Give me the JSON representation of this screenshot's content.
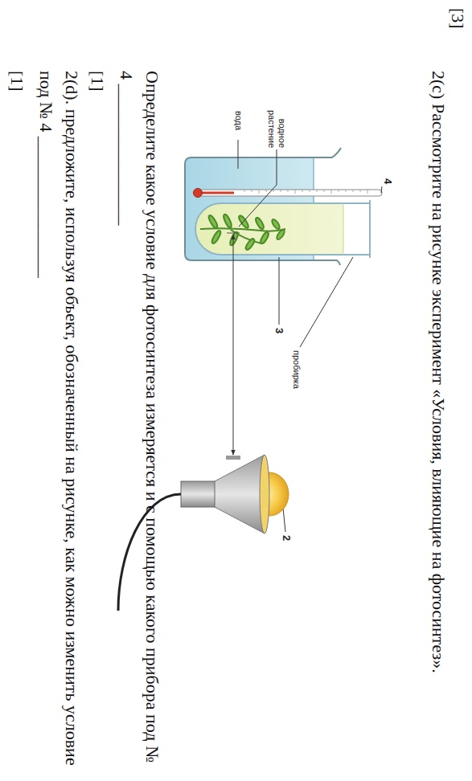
{
  "diagram": {
    "title": "2(c) Рассмотрите на рисунке эксперимент «Условия, влияющие на фотосинтез».",
    "labels": [
      "[3]",
      "4",
      "водное растение",
      "вода",
      "3",
      "пробирка",
      "2",
      "Определите какое условие для фотосинтеза измеряется и с помощью какого прибора под № 4 ________________",
      "[1]",
      "2(d). предложите, используя объект, обозначенный на рисунке, как можно изменить условие под № 4 ________________",
      "[1]"
    ]
  }
}
